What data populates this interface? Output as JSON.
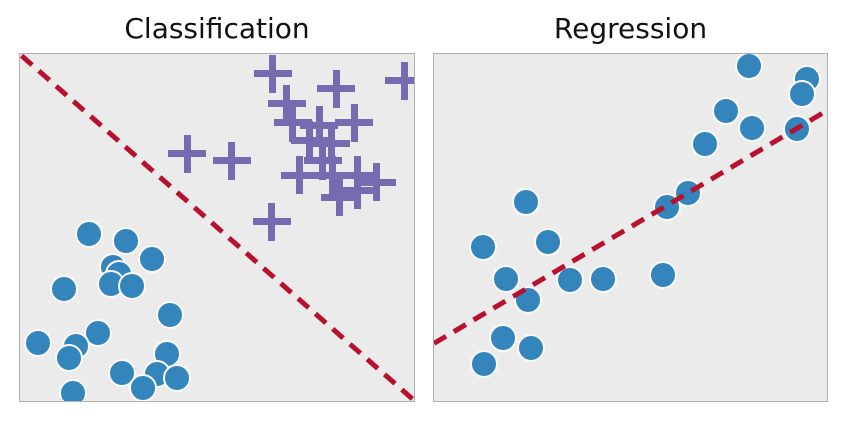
{
  "figure": {
    "background": "#ffffff",
    "panel_background": "#ebebeb",
    "panel_border_color": "#b0b0b0",
    "accent_line_color": "#b8102f",
    "circle_color": "#3385bb",
    "circle_edge_color": "#fafafa",
    "plus_color": "#756bb1"
  },
  "chart_data": [
    {
      "type": "scatter",
      "title": "Classification",
      "xlabel": "",
      "ylabel": "",
      "coords": "axes-fraction, x right 0-1, y up 0-1",
      "axes": {
        "xlim": [
          0,
          1
        ],
        "ylim": [
          0,
          1
        ],
        "ticks": false,
        "grid": false,
        "legend": false
      },
      "series": [
        {
          "name": "class-a-circles",
          "marker": "circle",
          "color": "#3385bb",
          "points": [
            [
              0.174,
              0.481
            ],
            [
              0.268,
              0.461
            ],
            [
              0.336,
              0.41
            ],
            [
              0.237,
              0.387
            ],
            [
              0.25,
              0.367
            ],
            [
              0.23,
              0.338
            ],
            [
              0.285,
              0.332
            ],
            [
              0.111,
              0.324
            ],
            [
              0.381,
              0.249
            ],
            [
              0.197,
              0.195
            ],
            [
              0.045,
              0.166
            ],
            [
              0.141,
              0.158
            ],
            [
              0.124,
              0.123
            ],
            [
              0.374,
              0.135
            ],
            [
              0.26,
              0.08
            ],
            [
              0.348,
              0.077
            ],
            [
              0.399,
              0.066
            ],
            [
              0.313,
              0.037
            ],
            [
              0.134,
              0.023
            ]
          ]
        },
        {
          "name": "class-b-pluses",
          "marker": "plus",
          "color": "#756bb1",
          "points": [
            [
              0.641,
              0.943
            ],
            [
              0.803,
              0.9
            ],
            [
              0.975,
              0.923
            ],
            [
              0.677,
              0.857
            ],
            [
              0.424,
              0.713
            ],
            [
              0.538,
              0.693
            ],
            [
              0.692,
              0.802
            ],
            [
              0.76,
              0.794
            ],
            [
              0.848,
              0.802
            ],
            [
              0.735,
              0.751
            ],
            [
              0.79,
              0.742
            ],
            [
              0.768,
              0.693
            ],
            [
              0.71,
              0.65
            ],
            [
              0.793,
              0.65
            ],
            [
              0.856,
              0.65
            ],
            [
              0.906,
              0.63
            ],
            [
              0.856,
              0.607
            ],
            [
              0.811,
              0.587
            ],
            [
              0.639,
              0.516
            ]
          ]
        }
      ],
      "overlay_line": {
        "name": "decision-boundary",
        "style": "dashed",
        "color": "#b8102f",
        "from": [
          0.004,
          0.995
        ],
        "to": [
          0.998,
          0.004
        ]
      }
    },
    {
      "type": "scatter",
      "title": "Regression",
      "xlabel": "",
      "ylabel": "",
      "coords": "axes-fraction, x right 0-1, y up 0-1",
      "axes": {
        "xlim": [
          0,
          1
        ],
        "ylim": [
          0,
          1
        ],
        "ticks": false,
        "grid": false,
        "legend": false
      },
      "series": [
        {
          "name": "regression-samples",
          "marker": "circle",
          "color": "#3385bb",
          "points": [
            [
              0.802,
              0.966
            ],
            [
              0.949,
              0.928
            ],
            [
              0.937,
              0.885
            ],
            [
              0.744,
              0.837
            ],
            [
              0.81,
              0.788
            ],
            [
              0.924,
              0.785
            ],
            [
              0.689,
              0.742
            ],
            [
              0.646,
              0.599
            ],
            [
              0.233,
              0.573
            ],
            [
              0.592,
              0.559
            ],
            [
              0.289,
              0.458
            ],
            [
              0.124,
              0.444
            ],
            [
              0.582,
              0.364
            ],
            [
              0.182,
              0.352
            ],
            [
              0.347,
              0.35
            ],
            [
              0.43,
              0.352
            ],
            [
              0.238,
              0.292
            ],
            [
              0.175,
              0.181
            ],
            [
              0.246,
              0.152
            ],
            [
              0.127,
              0.106
            ]
          ]
        }
      ],
      "overlay_line": {
        "name": "fit-line",
        "style": "dashed",
        "color": "#b8102f",
        "from": [
          0.0,
          0.166
        ],
        "to": [
          1.0,
          0.837
        ]
      }
    }
  ]
}
